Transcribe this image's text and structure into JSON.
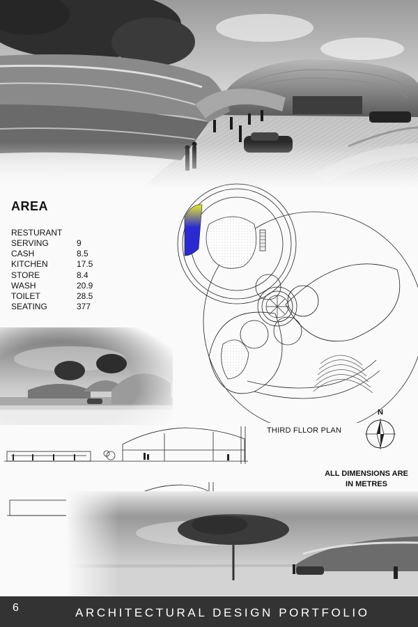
{
  "area": {
    "title": "AREA",
    "subtitle": "RESTURANT",
    "rows": [
      {
        "label": "SERVING",
        "value": "9"
      },
      {
        "label": "CASH",
        "value": "8.5"
      },
      {
        "label": "KITCHEN",
        "value": "17.5"
      },
      {
        "label": "STORE",
        "value": "8.4"
      },
      {
        "label": "WASH",
        "value": "20.9"
      },
      {
        "label": "TOILET",
        "value": "28.5"
      },
      {
        "label": "SEATING",
        "value": "377"
      }
    ]
  },
  "plan": {
    "label": "THIRD FLLOR PLAN",
    "highlight_color": "#2a2ad0",
    "accent_color": "#e6e62a"
  },
  "north": {
    "letter": "N"
  },
  "notes": {
    "dimensions_line1": "ALL DIMENSIONS ARE",
    "dimensions_line2": "IN METRES"
  },
  "footer": {
    "page_number": "6",
    "title": "ARCHITECTURAL DESIGN PORTFOLIO",
    "background": "#333333"
  }
}
